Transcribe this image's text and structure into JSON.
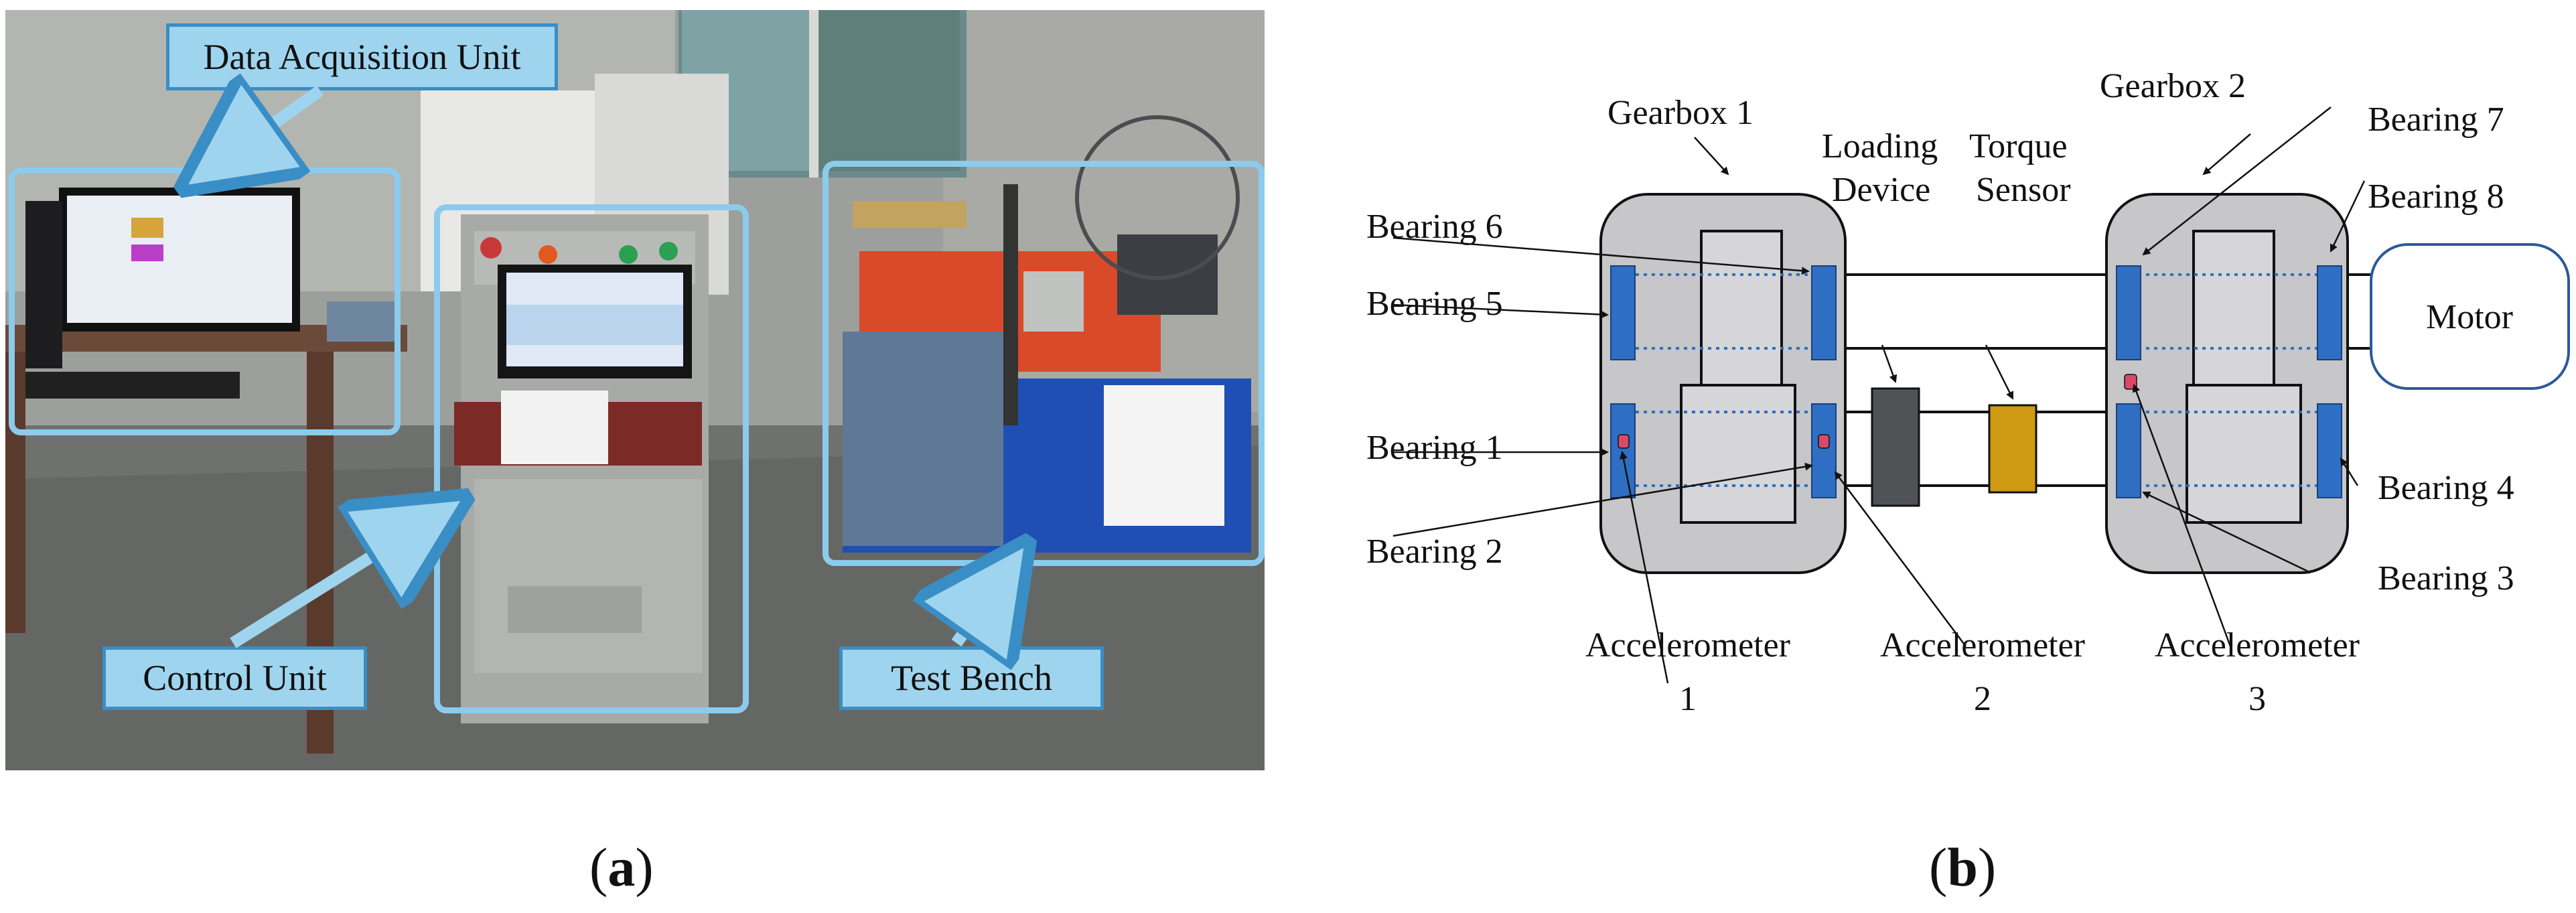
{
  "panel_a": {
    "caption_letter": "a",
    "labels": {
      "data_acquisition": "Data Acquisition Unit",
      "control_unit": "Control Unit",
      "test_bench": "Test Bench"
    }
  },
  "panel_b": {
    "caption_letter": "b",
    "gearbox1": "Gearbox 1",
    "gearbox2": "Gearbox 2",
    "loading_line1": "Loading",
    "loading_line2": "Device",
    "torque_line1": "Torque",
    "torque_line2": "Sensor",
    "motor": "Motor",
    "bearings": {
      "b1": "Bearing 1",
      "b2": "Bearing 2",
      "b3": "Bearing 3",
      "b4": "Bearing 4",
      "b5": "Bearing 5",
      "b6": "Bearing 6",
      "b7": "Bearing 7",
      "b8": "Bearing 8"
    },
    "accelerometer_word": "Accelerometer",
    "accel_numbers": [
      "1",
      "2",
      "3"
    ]
  },
  "colors": {
    "label_box_fill": "#9fd4ee",
    "label_box_border": "#3a8ec6",
    "gearbox_fill": "#c7c6c8",
    "bearing_blue": "#2e6fc4",
    "loading_device": "#505356",
    "torque_sensor": "#d09a12",
    "motor_border": "#2a5a9a",
    "accelerometer": "#d84a68"
  }
}
